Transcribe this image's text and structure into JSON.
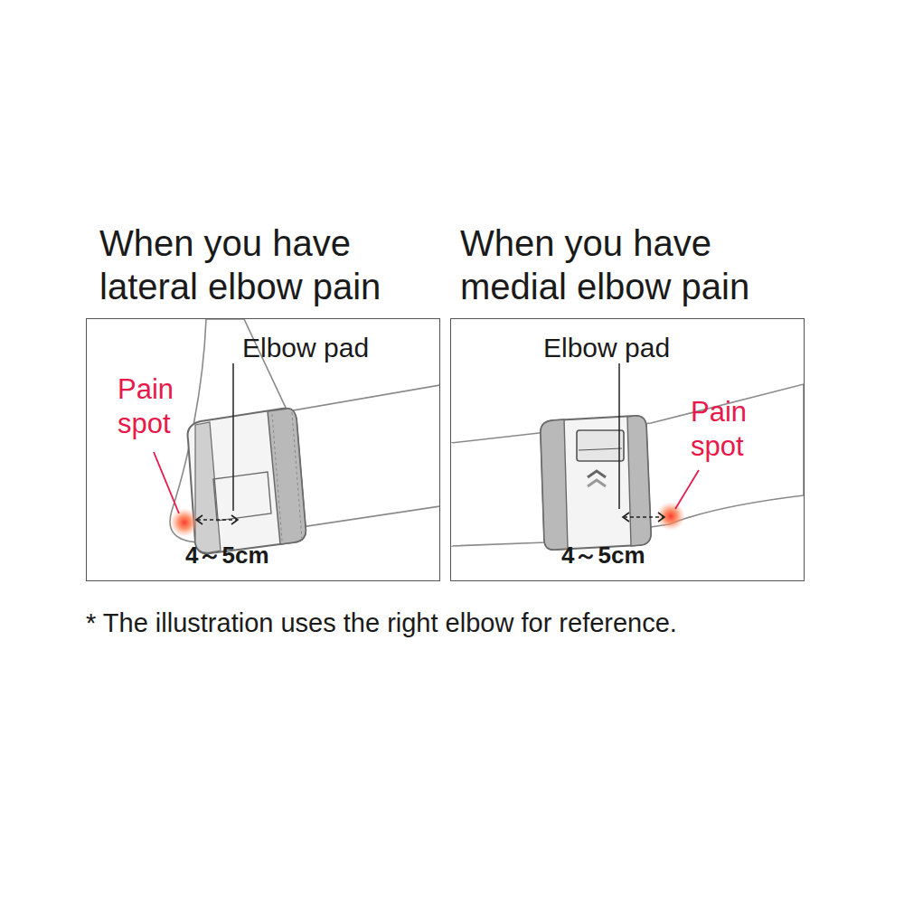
{
  "diagram": {
    "caption": "* The illustration uses the right elbow for reference.",
    "nodes": [
      {
        "text": [
          "When you have lateral elbow pain"
        ]
      },
      {
        "text": [
          "When you have medial elbow pain"
        ]
      }
    ],
    "labels": [
      "Elbow pad",
      "Pain spot",
      "4～5cm",
      "Elbow pad",
      "Pain spot",
      "4～5cm"
    ]
  }
}
